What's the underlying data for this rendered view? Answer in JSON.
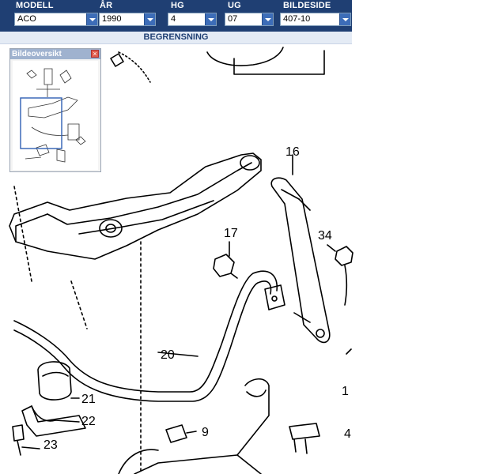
{
  "header": {
    "fields": [
      {
        "label": "MODELL",
        "value": "ACO"
      },
      {
        "label": "ÅR",
        "value": "1990"
      },
      {
        "label": "HG",
        "value": "4"
      },
      {
        "label": "UG",
        "value": "07"
      },
      {
        "label": "BILDESIDE",
        "value": "407-10"
      }
    ],
    "restriction_label": "BEGRENSNING"
  },
  "overview": {
    "title": "Bildeoversikt"
  },
  "callouts": [
    "16",
    "17",
    "34",
    "20",
    "21",
    "22",
    "23",
    "9",
    "1",
    "4"
  ],
  "colors": {
    "header_bg": "#1f3f73",
    "dropdown_button": "#3d6db8",
    "highlight_rect": "#2f5fb3"
  }
}
